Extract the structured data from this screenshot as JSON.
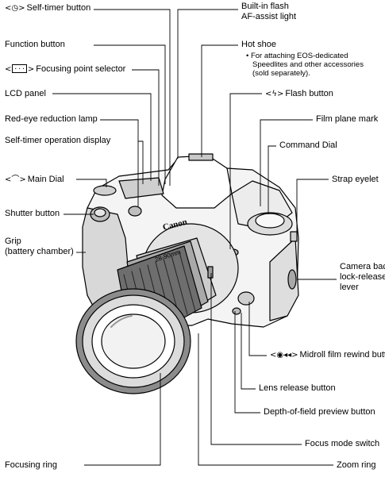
{
  "diagram": {
    "icons": {
      "self_timer": "self-timer-icon",
      "focus_point": "focusing-point-icon",
      "main_dial": "main-dial-icon",
      "flash": "flash-icon",
      "rewind": "midroll-rewind-icon"
    },
    "labels": {
      "self_timer": "Self-timer button",
      "builtin_flash_1": "Built-in flash",
      "builtin_flash_2": "AF-assist light",
      "function": "Function button",
      "hot_shoe": "Hot shoe",
      "hot_shoe_note_1": "• For attaching EOS-dedicated",
      "hot_shoe_note_2": "Speedlites and other accessories",
      "hot_shoe_note_3": "(sold separately).",
      "focus_point": "Focusing point selector",
      "lcd_panel": "LCD panel",
      "flash_button": "Flash button",
      "red_eye": "Red-eye reduction lamp",
      "film_plane": "Film plane mark",
      "self_timer_display": "Self-timer operation display",
      "command_dial": "Command Dial",
      "main_dial": "Main Dial",
      "strap_eyelet": "Strap eyelet",
      "shutter_button": "Shutter button",
      "grip_1": "Grip",
      "grip_2": "(battery chamber)",
      "camera_back_1": "Camera back",
      "camera_back_2": "lock-release",
      "camera_back_3": "lever",
      "midroll": "Midroll film rewind button",
      "lens_release": "Lens release button",
      "dof_preview": "Depth-of-field preview button",
      "focus_mode": "Focus mode switch",
      "focusing_ring": "Focusing ring",
      "zoom_ring": "Zoom ring"
    },
    "camera": {
      "brand": "Canon",
      "lens_text": "28-90mm"
    }
  }
}
